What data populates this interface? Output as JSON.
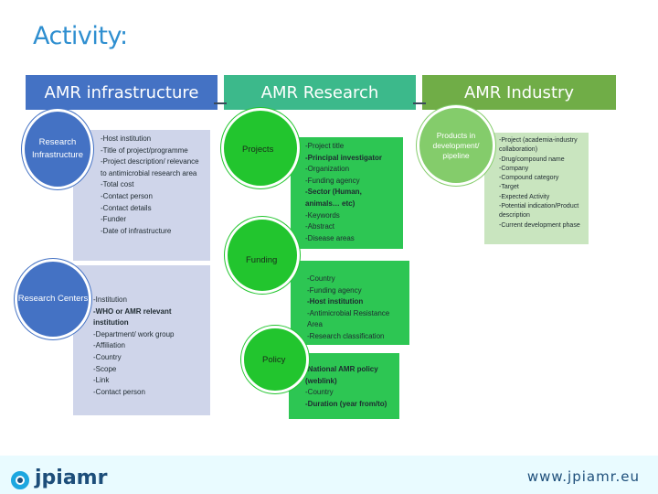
{
  "slide": {
    "title": "Activity:",
    "columns": {
      "infrastructure": "AMR infrastructure",
      "research": "AMR Research",
      "industry": "AMR Industry"
    },
    "circles": {
      "research_infrastructure": "Research Infrastructure",
      "research_centers": "Research Centers",
      "projects": "Projects",
      "funding": "Funding",
      "policy": "Policy",
      "products": "Products in development/ pipeline"
    },
    "infra_list": [
      "-Host institution",
      "-Title of project/programme",
      "-Project description/ relevance to antimicrobial research area",
      "-Total cost",
      "-Contact person",
      "-Contact details",
      "-Funder",
      "-Date of infrastructure"
    ],
    "centers_list": [
      "-Institution",
      "-WHO or AMR relevant institution",
      "-Department/ work group",
      "-Affiliation",
      "-Country",
      "-Scope",
      "-Link",
      "-Contact person"
    ],
    "projects_list": [
      "-Project title",
      "-Principal investigator",
      "-Organization",
      "-Funding agency",
      "-Sector (Human, animals… etc)",
      "-Keywords",
      "-Abstract",
      "-Disease areas"
    ],
    "funding_list": [
      "-Country",
      "-Funding agency",
      "-Host institution",
      "-Antimicrobial Resistance Area",
      "-Research classification"
    ],
    "policy_list": [
      "-National AMR policy (weblink)",
      "-Country",
      "-Duration (year from/to)"
    ],
    "industry_list": [
      "-Project (academia-industry collaboration)",
      "-Drug/compound name",
      "-Company",
      "-Compound category",
      "-Target",
      "-Expected Activity",
      "-Potential indication/Product description",
      "-Current development phase"
    ]
  },
  "footer": {
    "brand": "jpiamr",
    "url": "www.jpiamr.eu"
  },
  "colors": {
    "infra_header": "#4472c4",
    "research_header": "#3cb98b",
    "industry_header": "#70ad47",
    "lavender_box": "#cfd5ea",
    "green_box": "#2dc653",
    "light_green_box": "#c9e5bf"
  }
}
